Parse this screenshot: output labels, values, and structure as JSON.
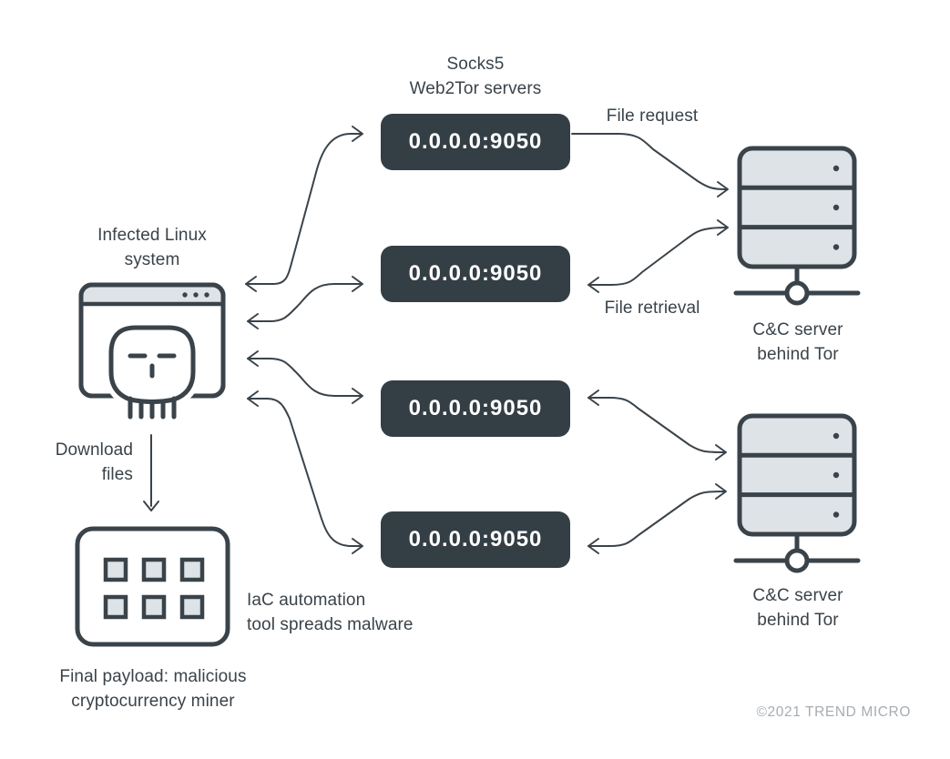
{
  "diagram": {
    "title": {
      "line1": "Socks5",
      "line2": "Web2Tor servers"
    },
    "infected_system": {
      "line1": "Infected Linux",
      "line2": "system"
    },
    "socks_boxes": [
      {
        "address": "0.0.0.0:9050"
      },
      {
        "address": "0.0.0.0:9050"
      },
      {
        "address": "0.0.0.0:9050"
      },
      {
        "address": "0.0.0.0:9050"
      }
    ],
    "flow_labels": {
      "file_request": "File request",
      "file_retrieval": "File retrieval",
      "download_line1": "Download",
      "download_line2": "files"
    },
    "cc_servers": [
      {
        "line1": "C&C server",
        "line2": "behind Tor"
      },
      {
        "line1": "C&C server",
        "line2": "behind Tor"
      }
    ],
    "iac_note": {
      "line1": "IaC automation",
      "line2": "tool spreads malware"
    },
    "final_payload": {
      "line1": "Final payload: malicious",
      "line2": "cryptocurrency miner"
    },
    "copyright": "©2021 TREND MICRO",
    "icons": {
      "infected_system": "skull-browser-icon",
      "payload": "app-grid-icon",
      "cc_server": "server-stack-icon"
    },
    "colors": {
      "ink": "#3a434a",
      "box": "#343e45",
      "panel": "#dde3e6",
      "muted": "#a6adb2",
      "bg": "#ffffff"
    }
  }
}
